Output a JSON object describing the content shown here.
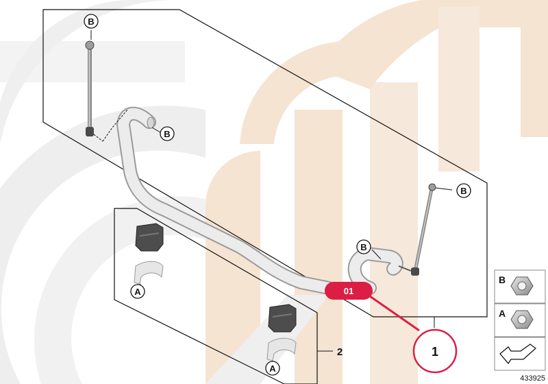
{
  "callouts": {
    "b_top": "B",
    "b_left_bracket": "B",
    "b_right_link": "B",
    "b_right_bracket": "B",
    "a_upper": "A",
    "a_lower": "A"
  },
  "part_tag": "01",
  "item_numbers": {
    "main": "1",
    "kit": "2"
  },
  "legend": {
    "nut_b": "B",
    "nut_a": "A"
  },
  "diagram_id": "433925",
  "colors": {
    "tag_red": "#dc1e45",
    "watermark_tan": "#f2dcc6",
    "watermark_grey": "#ececec",
    "outline": "#111111"
  }
}
